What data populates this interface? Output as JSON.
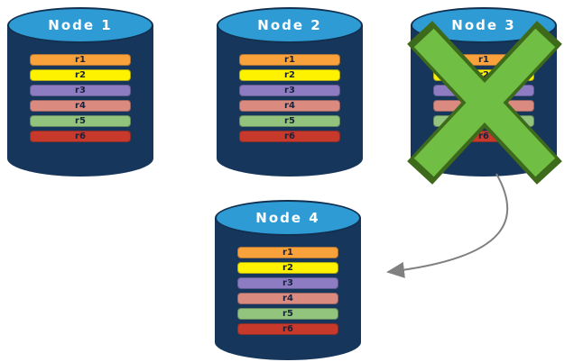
{
  "nodes": [
    {
      "label": "Node 1",
      "records": [
        {
          "label": "r1",
          "color": "#F9A23B"
        },
        {
          "label": "r2",
          "color": "#FFF200"
        },
        {
          "label": "r3",
          "color": "#8E7CC3"
        },
        {
          "label": "r4",
          "color": "#DB8A80"
        },
        {
          "label": "r5",
          "color": "#93C47D"
        },
        {
          "label": "r6",
          "color": "#C6392B"
        }
      ]
    },
    {
      "label": "Node 2",
      "records": [
        {
          "label": "r1",
          "color": "#F9A23B"
        },
        {
          "label": "r2",
          "color": "#FFF200"
        },
        {
          "label": "r3",
          "color": "#8E7CC3"
        },
        {
          "label": "r4",
          "color": "#DB8A80"
        },
        {
          "label": "r5",
          "color": "#93C47D"
        },
        {
          "label": "r6",
          "color": "#C6392B"
        }
      ]
    },
    {
      "label": "Node 3",
      "failed": true,
      "records": [
        {
          "label": "r1",
          "color": "#F9A23B"
        },
        {
          "label": "r2",
          "color": "#FFF200"
        },
        {
          "label": "r3",
          "color": "#8E7CC3"
        },
        {
          "label": "r4",
          "color": "#DB8A80"
        },
        {
          "label": "r5",
          "color": "#93C47D"
        },
        {
          "label": "r6",
          "color": "#C6392B"
        }
      ]
    },
    {
      "label": "Node 4",
      "records": [
        {
          "label": "r1",
          "color": "#F9A23B"
        },
        {
          "label": "r2",
          "color": "#FFF200"
        },
        {
          "label": "r3",
          "color": "#8E7CC3"
        },
        {
          "label": "r4",
          "color": "#DB8A80"
        },
        {
          "label": "r5",
          "color": "#93C47D"
        },
        {
          "label": "r6",
          "color": "#C6392B"
        }
      ]
    }
  ],
  "failure": {
    "icon": "x-cross-icon",
    "node": "Node 3"
  },
  "colors": {
    "cylinder_body": "#16365C",
    "cylinder_top": "#2E9BD5",
    "failure_x": "#71BE44",
    "failure_x_outline": "#3E6B1B",
    "arrow": "#808080"
  }
}
